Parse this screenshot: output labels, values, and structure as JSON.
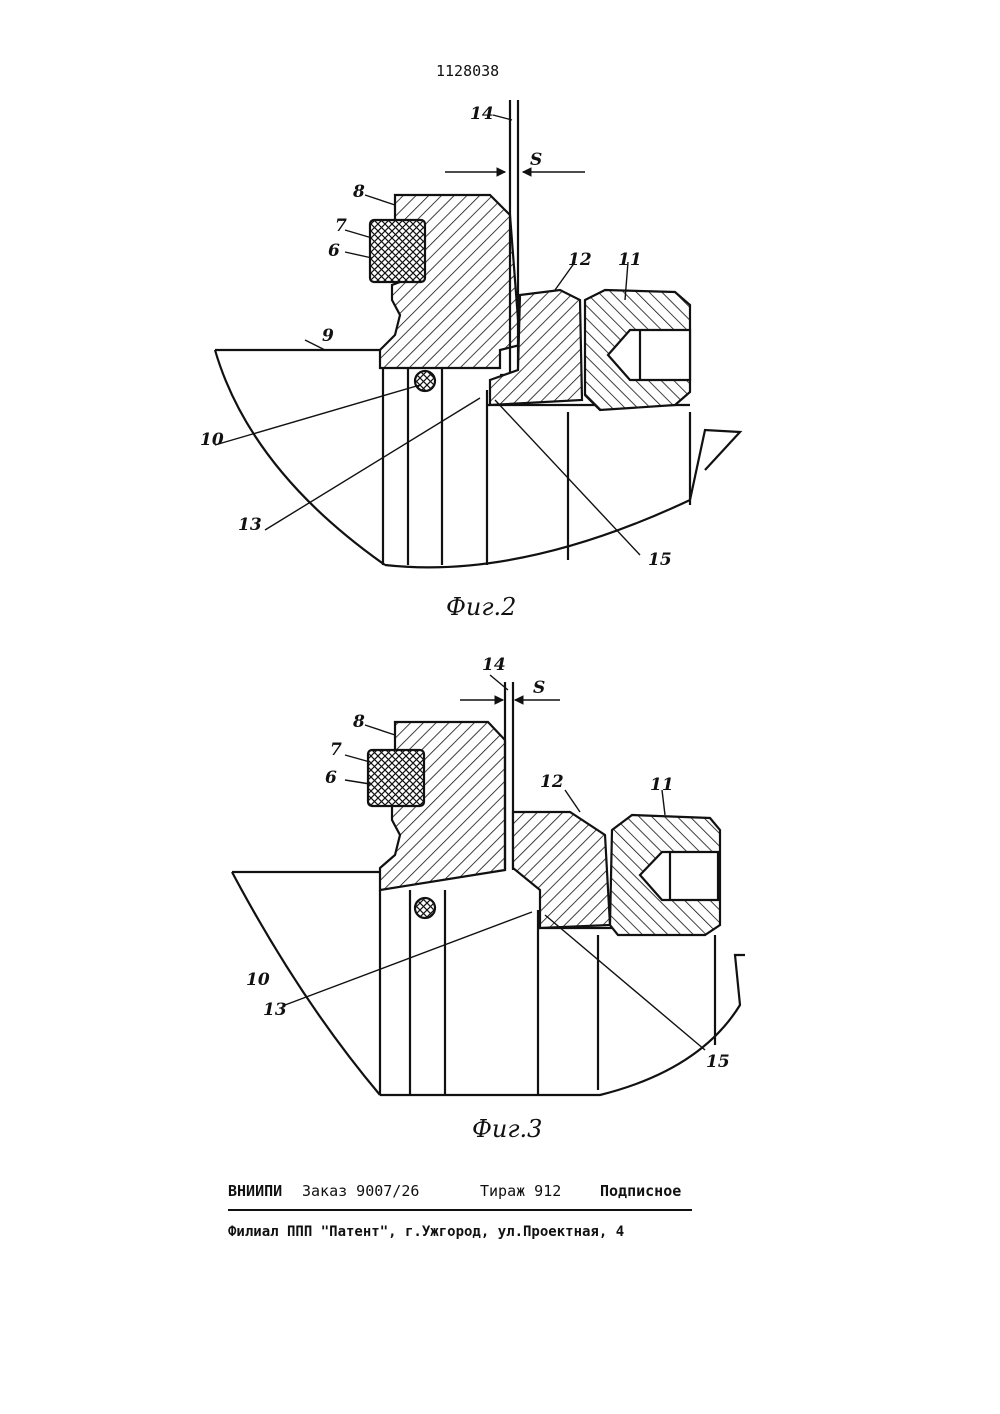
{
  "patent_number": "1128038",
  "figures": [
    {
      "caption": "Фиг.2",
      "labels": {
        "l14": "14",
        "ls": "S",
        "l8": "8",
        "l7": "7",
        "l6": "6",
        "l12": "12",
        "l11": "11",
        "l9": "9",
        "l10": "10",
        "l13": "13",
        "l15": "15"
      }
    },
    {
      "caption": "Фиг.3",
      "labels": {
        "l14": "14",
        "ls": "S",
        "l8": "8",
        "l7": "7",
        "l6": "6",
        "l12": "12",
        "l11": "11",
        "l10": "10",
        "l13": "13",
        "l15": "15"
      }
    }
  ],
  "footer": {
    "org": "ВНИИПИ",
    "order": "Заказ 9007/26",
    "circulation": "Тираж 912",
    "subscription": "Подписное",
    "branch": "Филиал ППП \"Патент\", г.Ужгород, ул.Проектная, 4"
  }
}
